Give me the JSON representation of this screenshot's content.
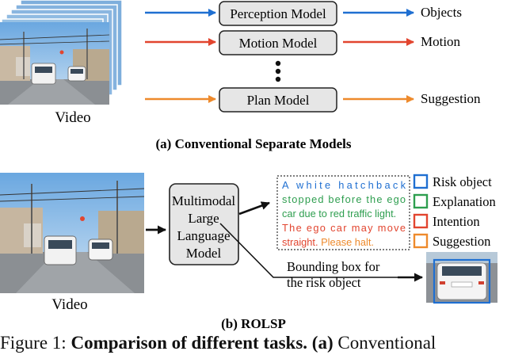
{
  "panel_a": {
    "models": [
      "Perception Model",
      "Motion Model",
      "Plan Model"
    ],
    "outputs": [
      "Objects",
      "Motion",
      "Suggestion"
    ],
    "video_label": "Video",
    "caption": "(a) Conventional Separate Models"
  },
  "panel_b": {
    "video_label": "Video",
    "llm_lines": [
      "Multimodal",
      "Large",
      "Language",
      "Model"
    ],
    "text_box": {
      "line1": "A white hatchback",
      "line2": "stopped before the ego",
      "line3a": "car due to",
      "line3b": "red traffic light.",
      "line4": "The ego car may move",
      "line5a": "straight.",
      "line5b": "Please halt."
    },
    "legend": [
      {
        "label": "Risk object",
        "color": "#1f6fd1"
      },
      {
        "label": "Explanation",
        "color": "#2e9e4f"
      },
      {
        "label": "Intention",
        "color": "#e2452f"
      },
      {
        "label": "Suggestion",
        "color": "#ee8a2c"
      }
    ],
    "bbox_label_1": "Bounding box for",
    "bbox_label_2": "the risk object",
    "caption": "(b) ROLSP"
  },
  "colors": {
    "blue": "#1f6fd1",
    "red": "#e2452f",
    "orange": "#ee8a2c",
    "green": "#2e9e4f",
    "box_fill": "#e6e6e6"
  },
  "figure_caption": {
    "prefix": "Figure 1:",
    "bold": "Comparison of different tasks.",
    "bold_a": "(a)",
    "rest": "Conventional"
  }
}
